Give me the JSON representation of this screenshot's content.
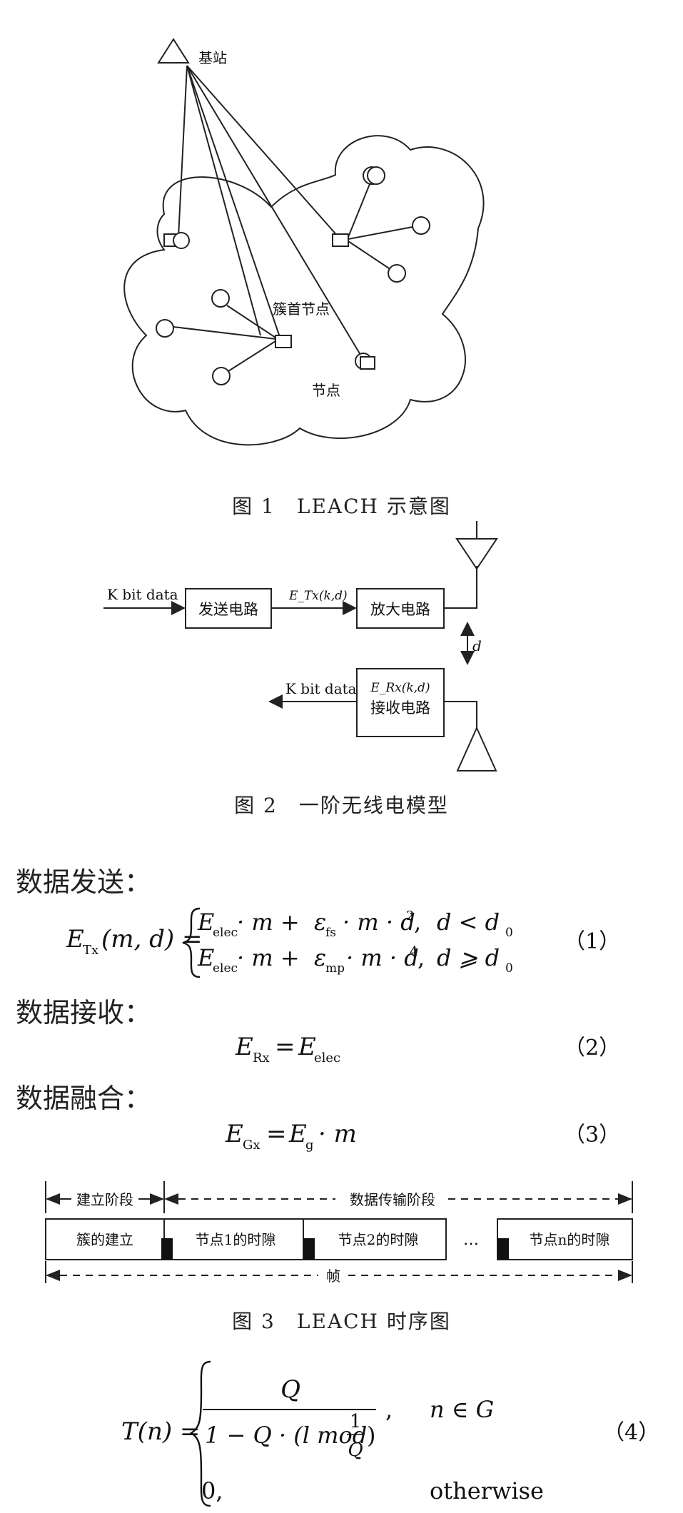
{
  "figure1": {
    "base_station_label": "基站",
    "cluster_head_label": "簇首节点",
    "node_label": "节点",
    "caption": "图 1　LEACH 示意图"
  },
  "figure2": {
    "input_label": "K bit data",
    "send_circuit": "发送电路",
    "etx_label": "E_Tx(k,d)",
    "amp_circuit": "放大电路",
    "distance_label": "d",
    "erx_label": "E_Rx(k,d)",
    "recv_circuit": "接收电路",
    "output_label": "K bit data",
    "caption": "图 2　一阶无线电模型"
  },
  "sections": {
    "send": "数据发送：",
    "receive": "数据接收：",
    "fusion": "数据融合："
  },
  "equations": {
    "eq1": {
      "lhs_sym": "E",
      "lhs_sub": "Tx",
      "lhs_args": "(m, d) =",
      "row1_term1": "E",
      "row1_term1_sub": "elec",
      "row1_m": "· m +",
      "row1_eps": "ε",
      "row1_eps_sub": "fs",
      "row1_tail": "· m · d",
      "row1_pow": "2",
      "row1_comma": ",",
      "row1_cond": "d < d",
      "row1_cond_sub": "0",
      "row2_term1": "E",
      "row2_term1_sub": "elec",
      "row2_m": "· m +",
      "row2_eps": "ε",
      "row2_eps_sub": "mp",
      "row2_tail": "· m · d",
      "row2_pow": "4",
      "row2_comma": ",",
      "row2_cond": "d ⩾ d",
      "row2_cond_sub": "0",
      "number": "（1）"
    },
    "eq2": {
      "lhs": "E",
      "lhs_sub": "Rx",
      "eq": "=",
      "rhs": "E",
      "rhs_sub": "elec",
      "number": "（2）"
    },
    "eq3": {
      "lhs": "E",
      "lhs_sub": "Gx",
      "eq": "=",
      "rhs": "E",
      "rhs_sub": "g",
      "rhs_tail": "· m",
      "number": "（3）"
    },
    "eq4": {
      "lhs": "T(n) =",
      "numerator": "Q",
      "denom_left": "1 − Q · (l mod",
      "inner_num": "1",
      "inner_den": "Q",
      "denom_right": ")",
      "comma": ",",
      "cond1": "n ∈ G",
      "row2_value": "0,",
      "cond2": "otherwise",
      "number": "（4）"
    }
  },
  "figure3": {
    "setup_phase": "建立阶段",
    "transfer_phase": "数据传输阶段",
    "cluster_build": "簇的建立",
    "slot1": "节点1的时隙",
    "slot2": "节点2的时隙",
    "ellipsis": "…",
    "slotn": "节点n的时隙",
    "frame": "帧",
    "caption": "图 3　LEACH 时序图"
  }
}
